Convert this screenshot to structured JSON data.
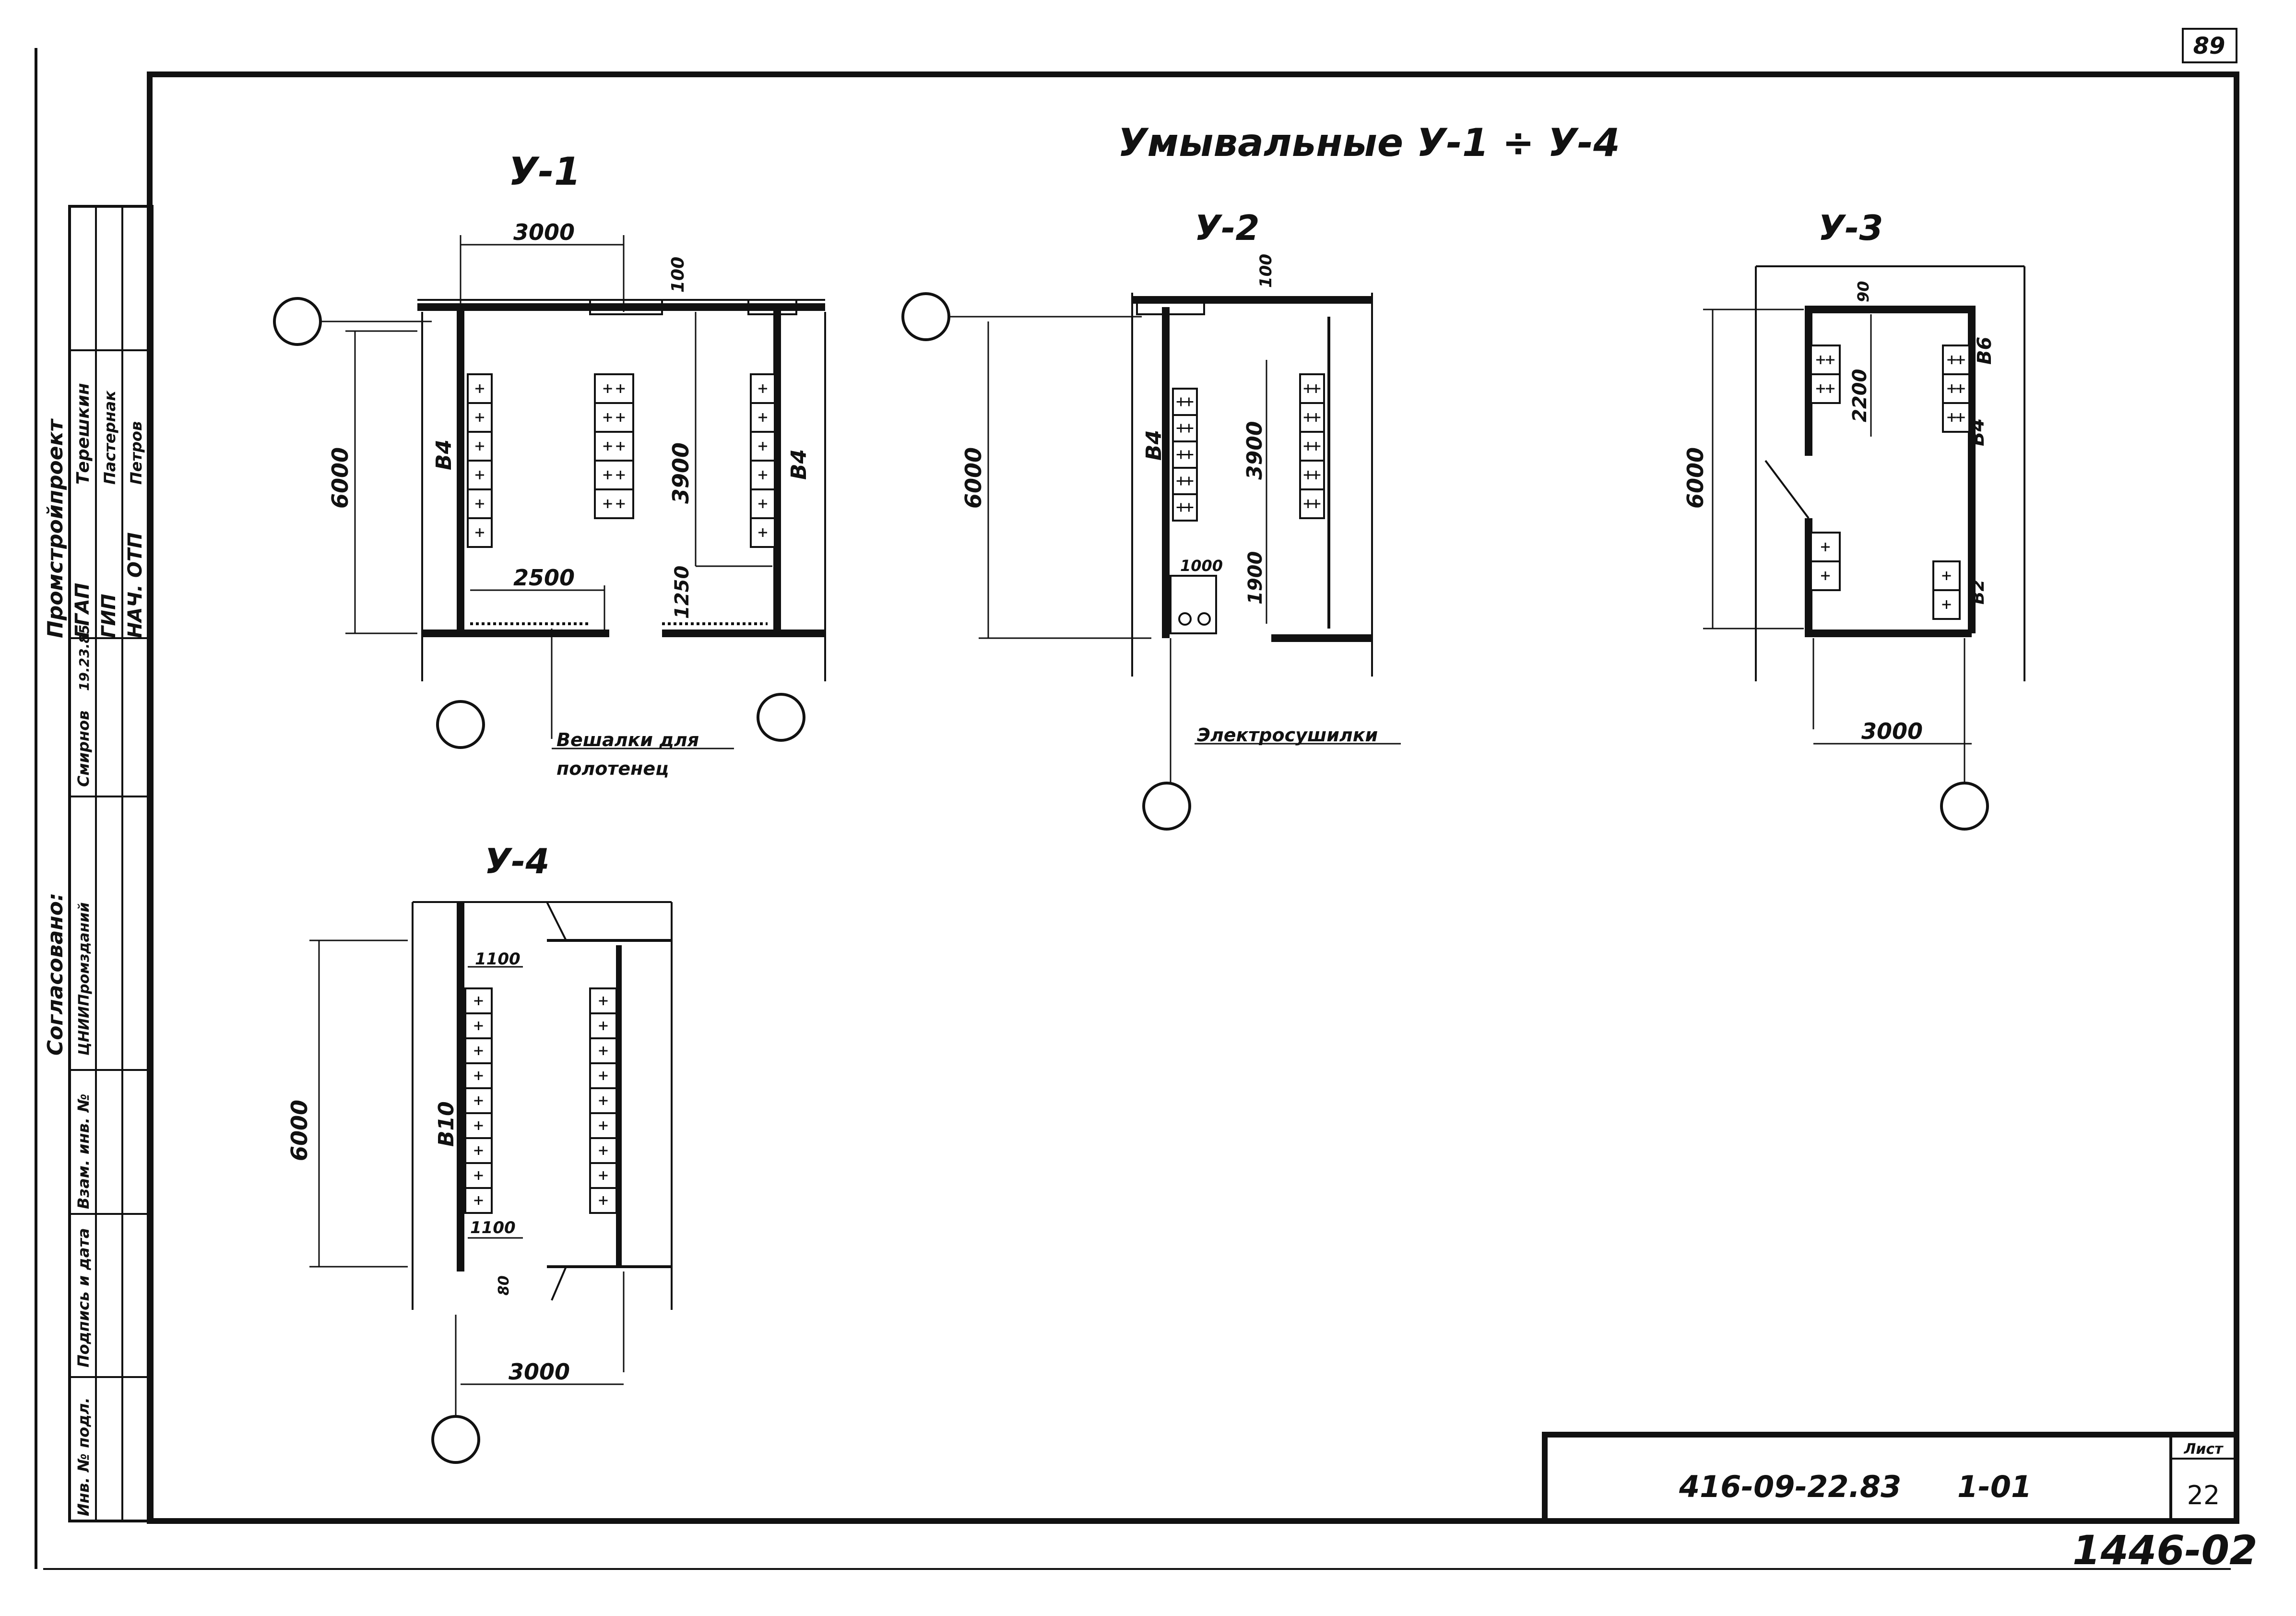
{
  "sheet": {
    "title": "Умывальные  У-1 ÷ У-4",
    "code": "416-09-22.83",
    "part": "1-01",
    "sheet_label": "Лист",
    "sheet_number": "22",
    "archive_number": "1446-02",
    "corner_mark": "89"
  },
  "stamp": {
    "org": "Промстройпроект",
    "roles": [
      "ГГАП",
      "ГИП",
      "НАЧ. ОТП"
    ],
    "names": [
      "Терешкин",
      "Пастернак",
      "Петров"
    ],
    "agreed": "Согласовано:",
    "agreed_org": "ЦНИИПромзданий",
    "agreed_name": "Смирнов",
    "agreed_date": "19.23.85",
    "left_col": [
      "Инв. № подл.",
      "Подпись и дата",
      "Взам. инв. №"
    ]
  },
  "plans": {
    "u1": {
      "label": "У-1",
      "w": "3000",
      "h": "6000",
      "d1": "100",
      "d2": "3900",
      "d3": "1250",
      "d4": "2500",
      "tag_a": "В4",
      "tag_b": "В4",
      "note1": "Вешалки для",
      "note2": "полотенец"
    },
    "u2": {
      "label": "У-2",
      "d1": "100",
      "h": "6000",
      "d2": "3900",
      "d3": "1000",
      "d4": "1900",
      "tag": "В4",
      "note": "Электросушилки"
    },
    "u3": {
      "label": "У-3",
      "h": "6000",
      "w": "3000",
      "d1": "90",
      "d2": "2200",
      "tag_a": "В6",
      "tag_b": "В4",
      "tag_c": "В2"
    },
    "u4": {
      "label": "У-4",
      "h": "6000",
      "w": "3000",
      "d1": "1100",
      "d2": "1100",
      "d3": "80",
      "tag": "В10"
    }
  }
}
